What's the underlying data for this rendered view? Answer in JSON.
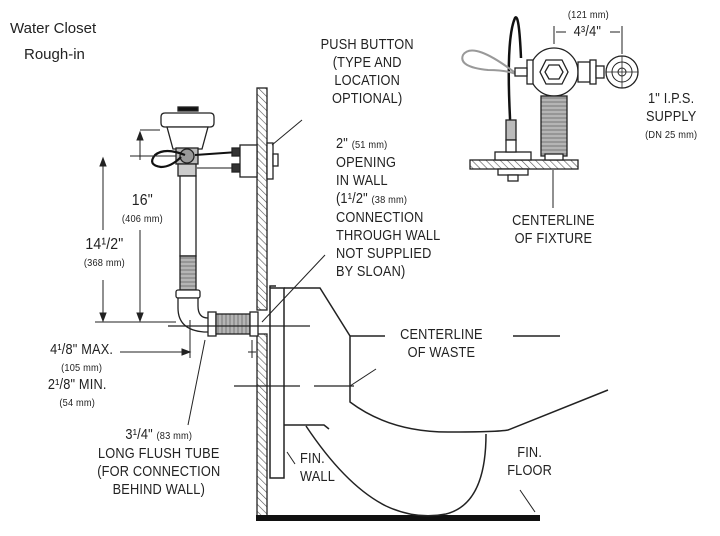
{
  "title": {
    "line1": "Water Closet",
    "line2": "Rough-in"
  },
  "labels": {
    "push_button": [
      "PUSH BUTTON",
      "(TYPE AND",
      "LOCATION",
      "OPTIONAL)"
    ],
    "opening": {
      "dim": "2\"",
      "dim_mm": "(51 mm)",
      "line2": "OPENING",
      "line3": "IN WALL",
      "conn_dim": "(1¹/2\"",
      "conn_mm": "(38 mm)",
      "rest": [
        "CONNECTION",
        "THROUGH WALL",
        "NOT SUPPLIED",
        "BY SLOAN)"
      ]
    },
    "dim_16": {
      "value": "16\"",
      "mm": "(406 mm)"
    },
    "dim_14": {
      "value": "14¹/2\"",
      "mm": "(368 mm)"
    },
    "max": {
      "value": "4¹/8\" MAX.",
      "mm": "(105 mm)"
    },
    "min": {
      "value": "2¹/8\" MIN.",
      "mm": "(54 mm)"
    },
    "flush_tube": {
      "dim": "3¹/4\"",
      "dim_mm": "(83 mm)",
      "lines": [
        "LONG FLUSH TUBE",
        "(FOR CONNECTION",
        "BEHIND WALL)"
      ]
    },
    "fin_wall": [
      "FIN.",
      "WALL"
    ],
    "fin_floor": [
      "FIN.",
      "FLOOR"
    ],
    "centerline_waste": [
      "CENTERLINE",
      "OF WASTE"
    ],
    "centerline_fixture": [
      "CENTERLINE",
      "OF FIXTURE"
    ],
    "top_dim": {
      "mm": "(121 mm)",
      "value": "4³/4\""
    },
    "supply": [
      "1\" I.P.S.",
      "SUPPLY",
      "(DN  25 mm)"
    ]
  },
  "colors": {
    "ink": "#222222",
    "hatch": "#555555",
    "pipe_fill": "#9a9a9a"
  }
}
